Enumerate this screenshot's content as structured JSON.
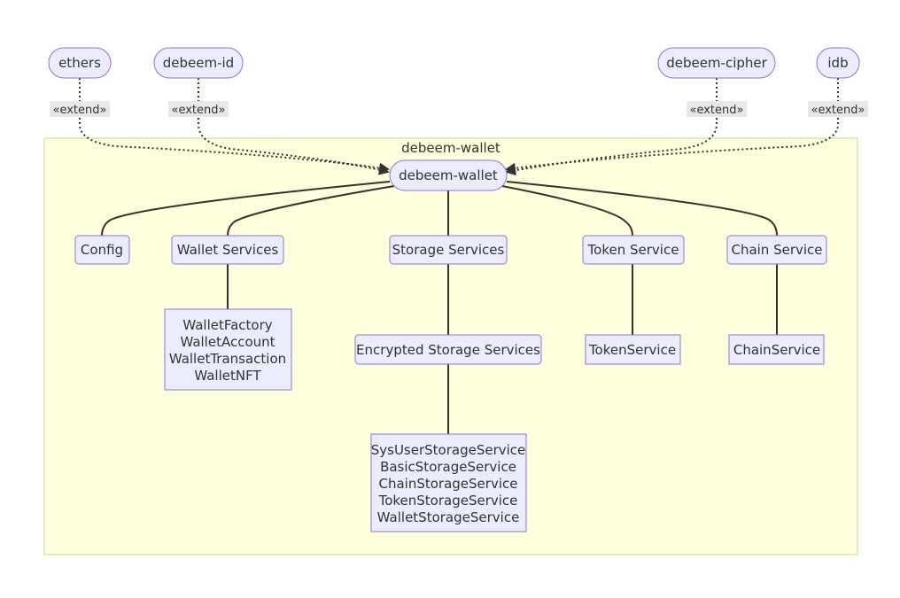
{
  "colors": {
    "node_fill": "#ececff",
    "node_stroke": "#9370db",
    "cluster_fill": "#ffffde",
    "cluster_stroke": "#d4d494",
    "edge": "#333333",
    "label_bg": "#e8e8e8"
  },
  "cluster": {
    "title": "debeem-wallet"
  },
  "external": {
    "ethers": "ethers",
    "debeem_id": "debeem-id",
    "debeem_cipher": "debeem-cipher",
    "idb": "idb"
  },
  "edge_labels": {
    "extend1": "«extend»",
    "extend2": "«extend»",
    "extend3": "«extend»",
    "extend4": "«extend»"
  },
  "root": {
    "label": "debeem-wallet"
  },
  "services": {
    "config": "Config",
    "wallet": "Wallet Services",
    "storage": "Storage Services",
    "token": "Token Service",
    "chain": "Chain Service"
  },
  "encrypted": {
    "label": "Encrypted Storage Services"
  },
  "wallet_classes": [
    "WalletFactory",
    "WalletAccount",
    "WalletTransaction",
    "WalletNFT"
  ],
  "storage_classes": [
    "SysUserStorageService",
    "BasicStorageService",
    "ChainStorageService",
    "TokenStorageService",
    "WalletStorageService"
  ],
  "token_class": {
    "label": "TokenService"
  },
  "chain_class": {
    "label": "ChainService"
  }
}
